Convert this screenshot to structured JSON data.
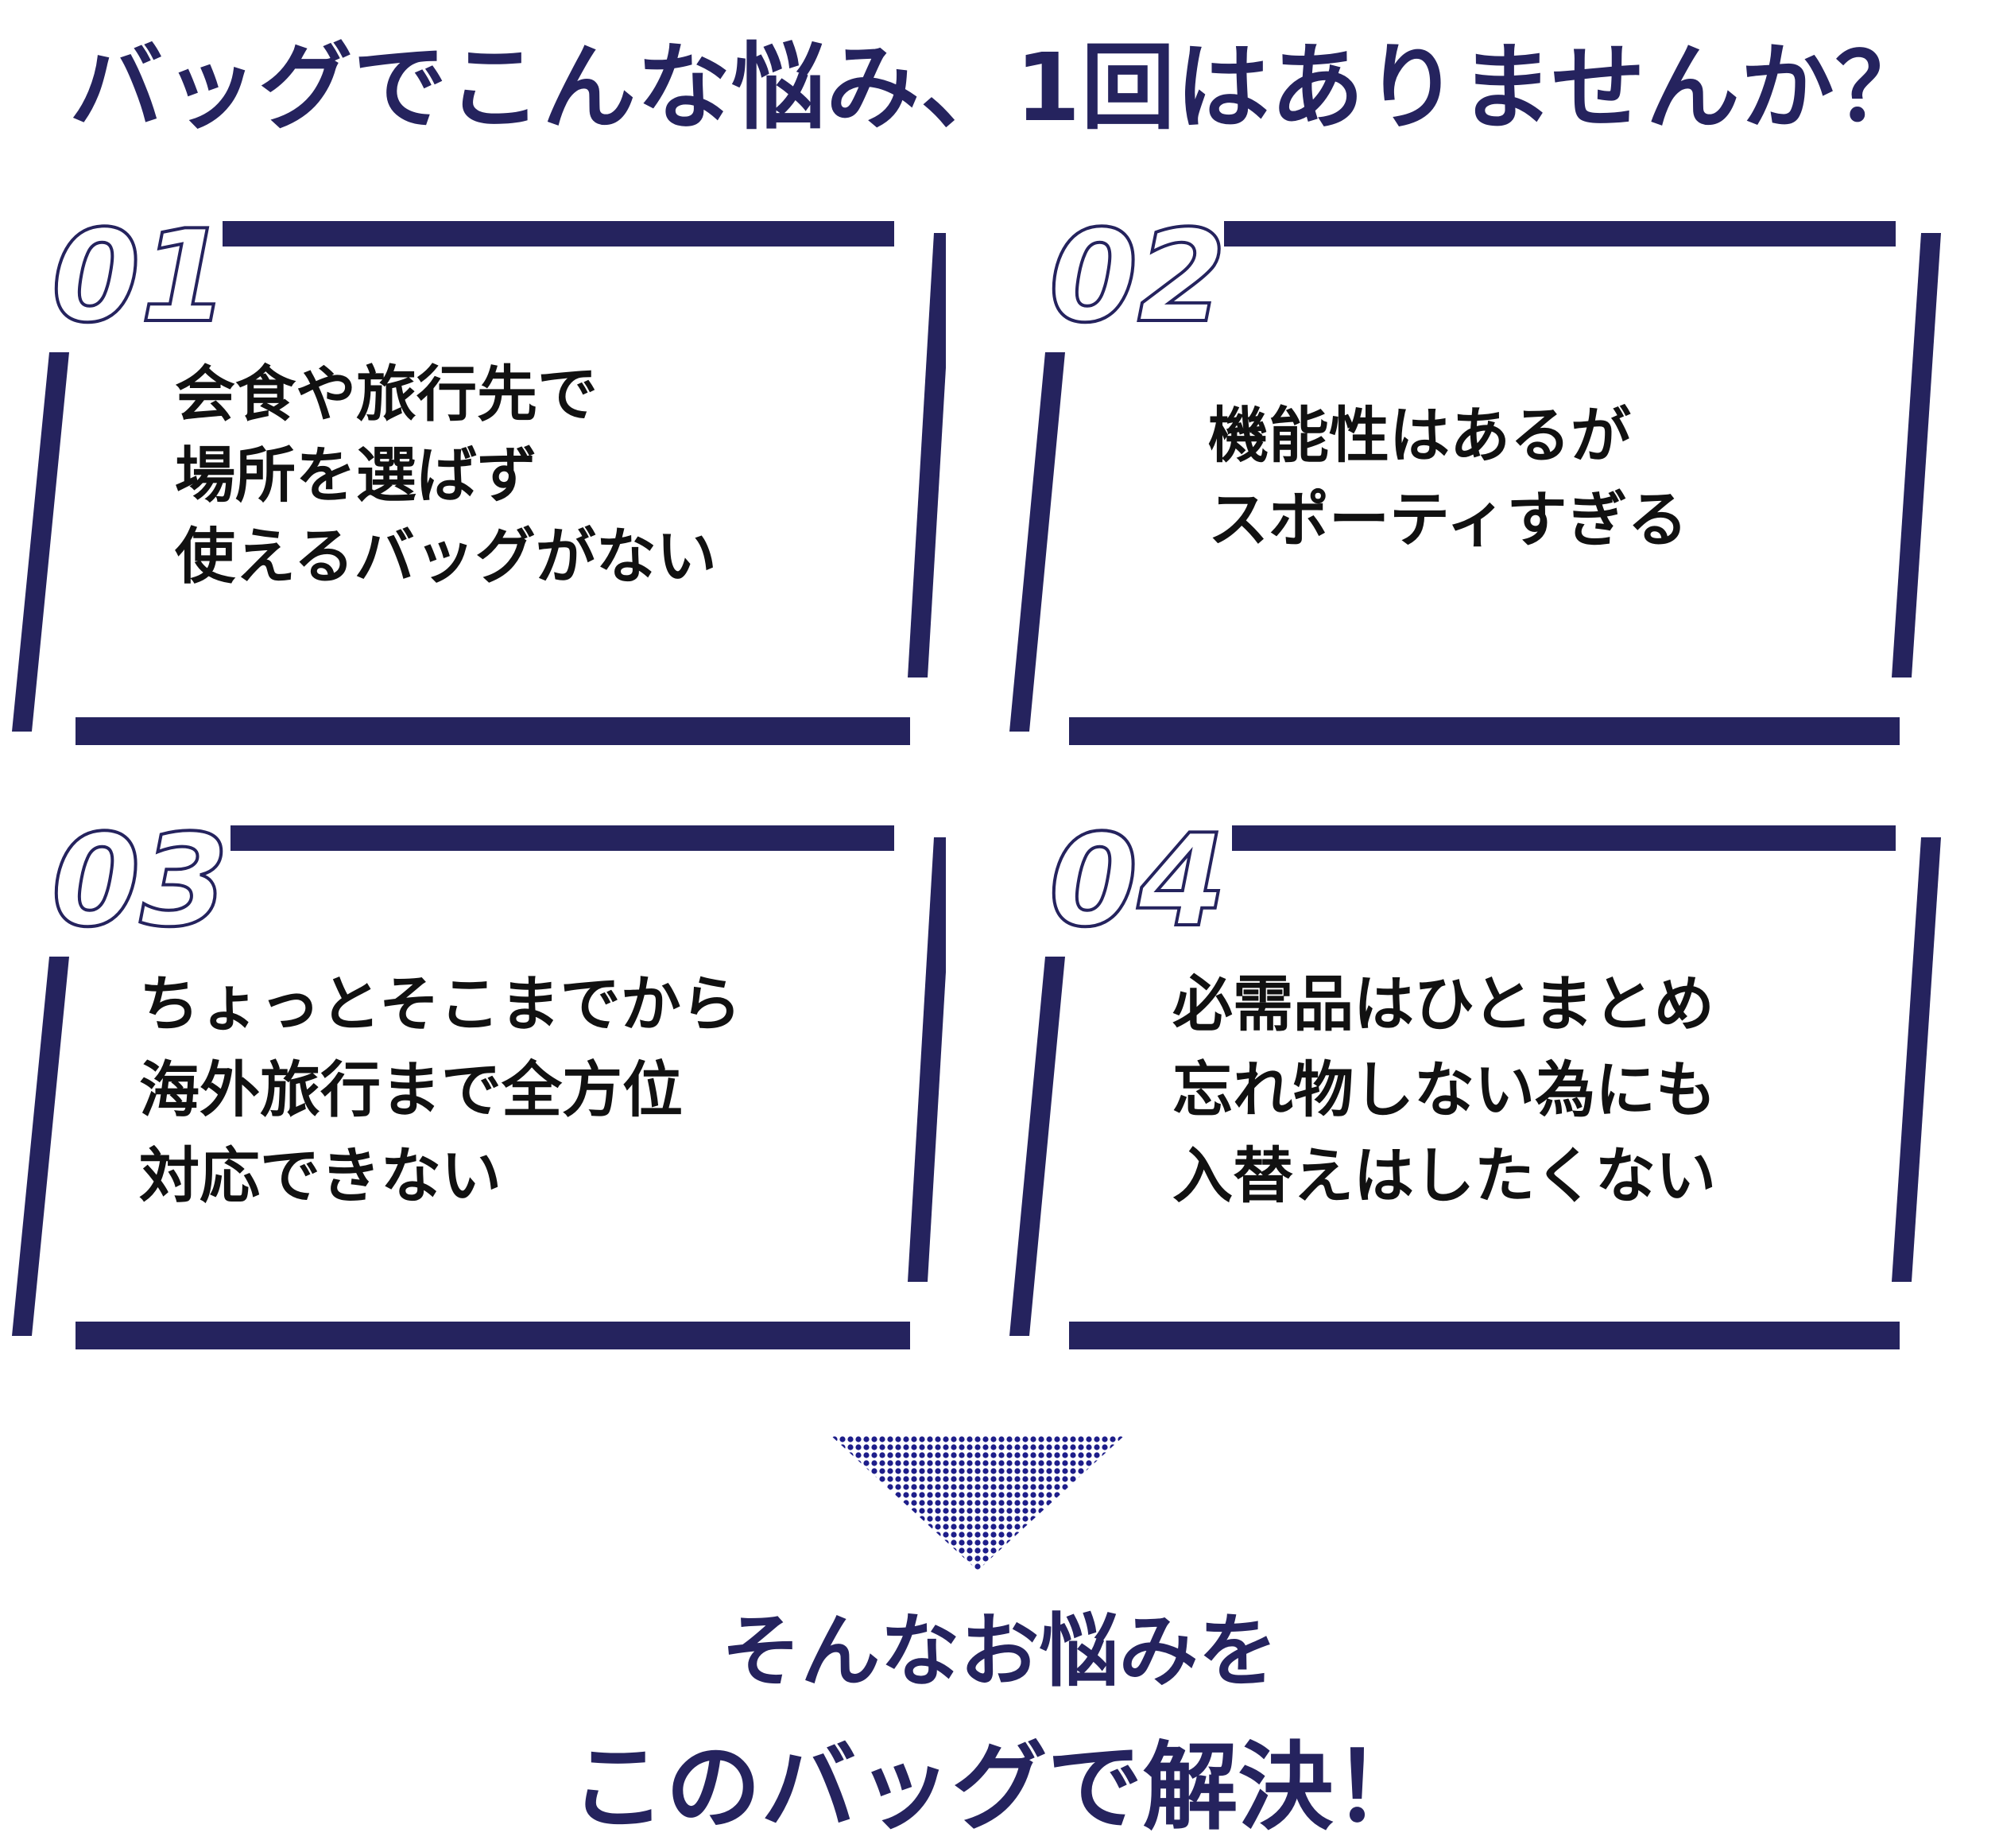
{
  "headline": "バッグでこんな悩み、1回はありませんか？",
  "colors": {
    "navy": "#25235e",
    "text": "#111111"
  },
  "problems": [
    {
      "number": "01",
      "lines": [
        "会食や旅行先で",
        "場所を選ばず",
        "使えるバッグがない"
      ]
    },
    {
      "number": "02",
      "lines": [
        "機能性はあるが",
        "スポーティすぎる"
      ]
    },
    {
      "number": "03",
      "lines": [
        "ちょっとそこまでから",
        "海外旅行まで全方位",
        "対応できない"
      ]
    },
    {
      "number": "04",
      "lines": [
        "必需品はひとまとめ",
        "忘れ物しない為にも",
        "入替えはしたくない"
      ]
    }
  ],
  "arrow_icon": "halftone-down-arrow-icon",
  "closing": {
    "line1": "そんなお悩みを",
    "line2": "このバッグで解決！"
  }
}
